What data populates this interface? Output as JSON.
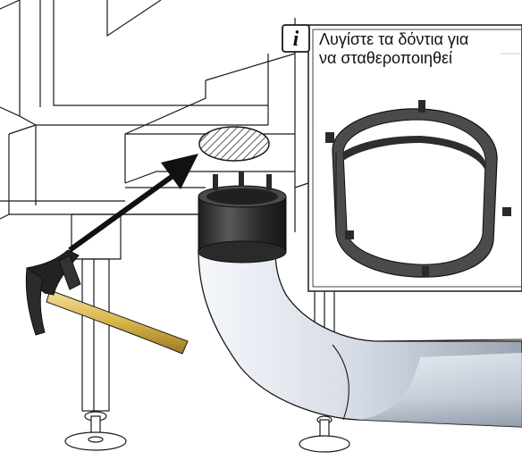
{
  "note": {
    "icon": "info-icon",
    "icon_glyph": "i",
    "line1": "Λυγίστε τα δόντια για",
    "line2": "να σταθεροποιηθεί"
  },
  "colors": {
    "line": "#1a1a1a",
    "pipe_light": "#eef2f8",
    "pipe_mid": "#c9d0dc",
    "pipe_dark": "#8e98a8",
    "collar": "#3a3a3a",
    "ring": "#4a4a4a",
    "hammer_handle": "#d8b34a",
    "hammer_head": "#222222"
  }
}
